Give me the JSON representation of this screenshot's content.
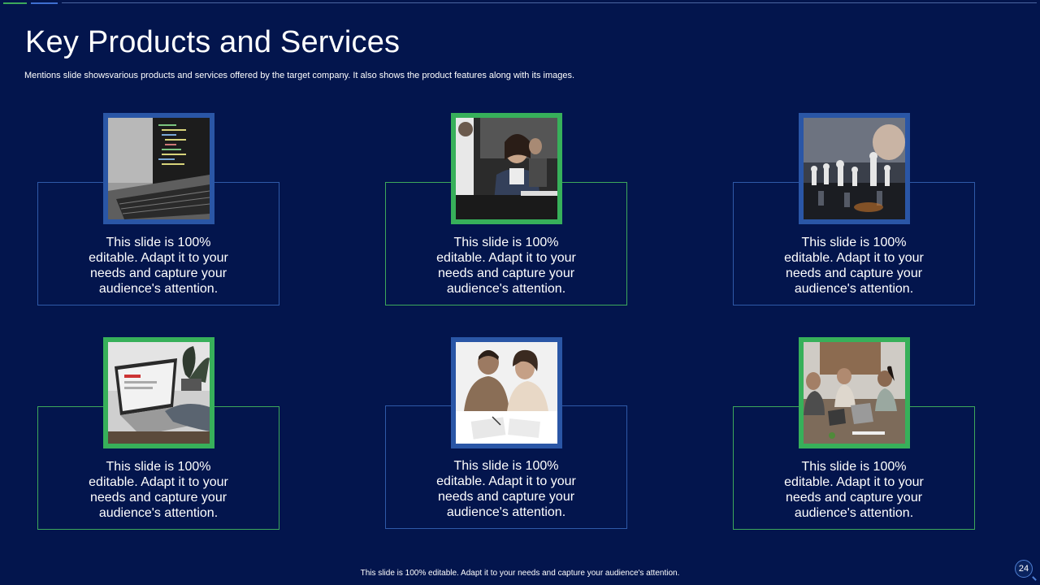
{
  "slide": {
    "title": "Key Products and Services",
    "subtitle": "Mentions slide showsvarious products and services offered by the target company. It also shows the product features along with its images.",
    "footer": "This slide is 100% editable.  Adapt it to your needs and capture your audience's attention.",
    "page_number": "24"
  },
  "cards": [
    {
      "text": "This slide is 100% editable. Adapt it to your needs and capture your audience's attention.",
      "image": "laptop-code-photo",
      "accent": "#2a56a6"
    },
    {
      "text": "This slide is 100% editable. Adapt it to your needs and capture your audience's attention.",
      "image": "office-team-photo",
      "accent": "#37b05a"
    },
    {
      "text": "This slide is 100% editable. Adapt it to your needs and capture your audience's attention.",
      "image": "chess-photo",
      "accent": "#2a56a6"
    },
    {
      "text": "This slide is 100% editable. Adapt it to your needs and capture your audience's attention.",
      "image": "laptop-desk-photo",
      "accent": "#37b05a"
    },
    {
      "text": "This slide is 100% editable. Adapt it to your needs and capture your audience's attention.",
      "image": "meeting-photo",
      "accent": "#2a56a6"
    },
    {
      "text": "This slide is 100% editable. Adapt it to your needs and capture your audience's attention.",
      "image": "team-laptops-photo",
      "accent": "#37b05a"
    }
  ],
  "colors": {
    "background": "#03154d",
    "accent_blue": "#2a56a6",
    "accent_green": "#37b05a"
  }
}
